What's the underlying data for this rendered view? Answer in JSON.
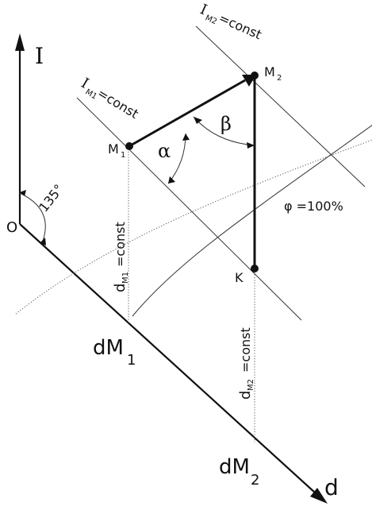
{
  "axes": {
    "vertical_label": "I",
    "diagonal_label": "d",
    "origin_label": "O",
    "angle_label": "135°"
  },
  "lines": {
    "i_m1_const": "I",
    "i_m1_const_sub": "M1",
    "i_m1_const_tail": "=const",
    "i_m2_const": "I",
    "i_m2_const_sub": "M2",
    "i_m2_const_tail": "=const",
    "d_m1_const": "d",
    "d_m1_const_sub": "M1",
    "d_m1_const_tail": "=const",
    "d_m2_const": "d",
    "d_m2_const_sub": "M2",
    "d_m2_const_tail": "=const",
    "phi_curve": "φ =100%"
  },
  "points": {
    "m1": "M",
    "m1_sub": "1",
    "m2": "M",
    "m2_sub": "2",
    "k": "K"
  },
  "angles": {
    "alpha": "α",
    "beta": "β"
  },
  "ticks": {
    "dm1": "dM",
    "dm1_sub": "1",
    "dm2": "dM",
    "dm2_sub": "2"
  }
}
